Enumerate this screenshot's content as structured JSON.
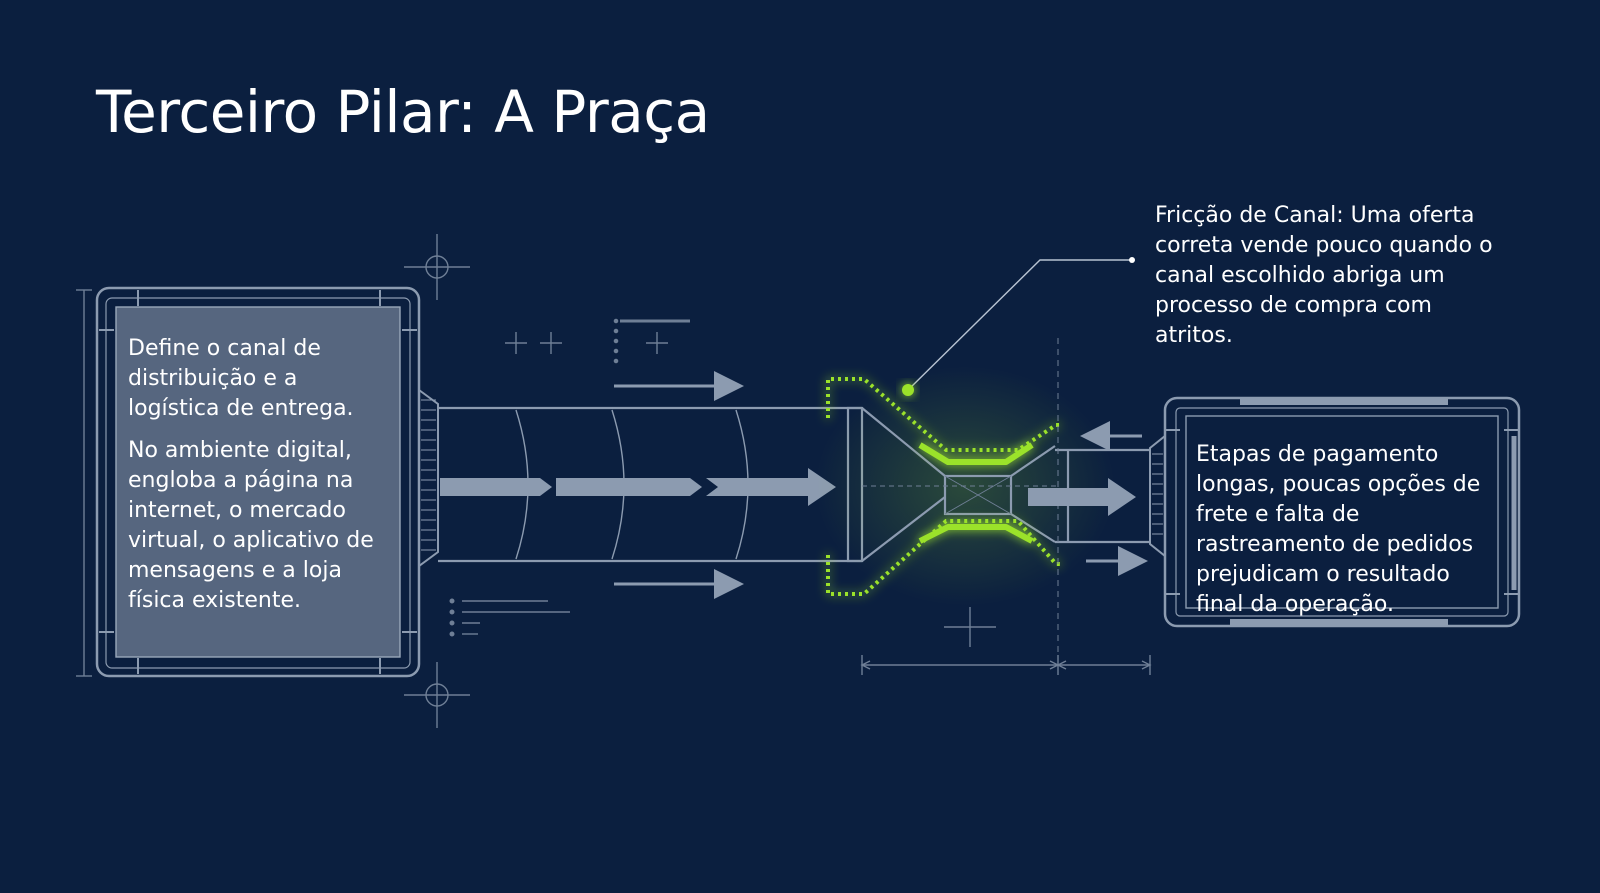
{
  "title": "Terceiro Pilar: A Praça",
  "left_box": {
    "paragraph_1": "Define o canal de distribuição e a logística de entrega.",
    "paragraph_2": "No ambiente digital, engloba a página na internet, o mercado virtual, o aplicativo de mensagens e a loja física existente."
  },
  "callout": {
    "text": "Fricção de Canal: Uma oferta correta vende pouco quando o canal escolhido abriga um processo de compra com atritos."
  },
  "right_box": {
    "text": "Etapas de pagamento longas, poucas opções de frete e falta de rastreamento de pedidos prejudicam o resultado final da operação."
  },
  "colors": {
    "background": "#0b1f3f",
    "line": "#8c9bb0",
    "panel_fill": "#56667f",
    "highlight": "#9be22b",
    "text": "#ffffff"
  }
}
